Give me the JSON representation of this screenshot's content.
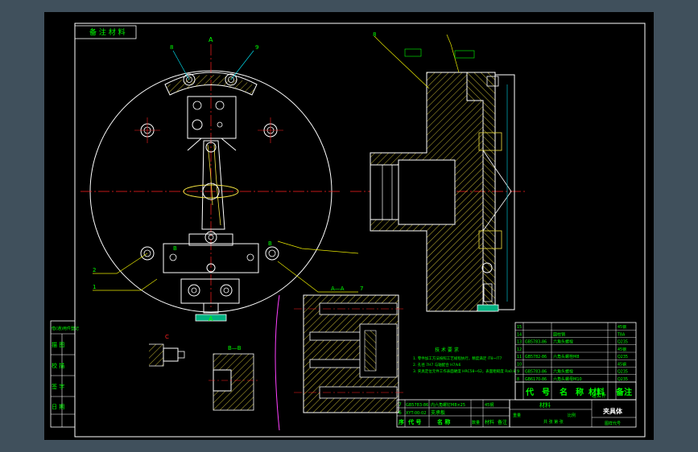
{
  "colors": {
    "background": "#40505c",
    "sheet": "#000000",
    "frame": "#ffffff",
    "outline_white": "#ffffff",
    "centerline_red": "#ff2020",
    "hatch_yellow": "#f0e040",
    "leader_yellow": "#e8e800",
    "cyan": "#00d8e8",
    "green": "#00ff00",
    "magenta": "#ff40ff"
  },
  "drawing": {
    "top_left_box": "备 注 材 料",
    "section_a_label": "A",
    "section_a_label2": "A",
    "section_b_label": "B",
    "section_b_label2": "B",
    "view_a_a": "A—A",
    "view_b_b": "B—B",
    "view_c": "C",
    "leader_left_1": "1",
    "leader_left_2": "2",
    "leader_right_7": "7",
    "leader_top_8": "8",
    "leader_top_9": "9",
    "side_label": "8",
    "tech_title": "技 术 要 求",
    "tech_lines": [
      "1. 零件加工方法按照工艺规程执行，精度满足 IT8~IT7",
      "2. 孔径 7H7 与轴配合 H7/k6",
      "3. 夹具定位元件工作表面硬度 HRC58~62，表面粗糙度 Ra0.8"
    ]
  },
  "left_strip": {
    "rows": [
      "借(通)用件登记",
      "描 图",
      "校 描",
      "签 字",
      "日 期"
    ]
  },
  "parts_table": {
    "rows": [
      [
        "15",
        "",
        "",
        "",
        "",
        "45钢"
      ],
      [
        "14",
        "",
        "圆柱销",
        "",
        "",
        "T8A"
      ],
      [
        "13",
        "GB5783-86",
        "六角头螺栓",
        "",
        "",
        "Q235"
      ],
      [
        "12",
        "",
        "",
        "",
        "",
        "45钢"
      ],
      [
        "11",
        "GB5782-86",
        "六角头螺栓M8",
        "",
        "",
        "Q235"
      ],
      [
        "10",
        "",
        "",
        "",
        "",
        "45钢"
      ],
      [
        "9",
        "GB5783-86",
        "六角头螺栓",
        "",
        "",
        "Q235"
      ],
      [
        "8",
        "GB6170-86",
        "六角头螺母M10",
        "",
        "",
        "Q235"
      ]
    ],
    "header": [
      "代",
      "号",
      "名",
      "称",
      "材料",
      "备注"
    ]
  },
  "lower_table": {
    "rows": [
      [
        "7",
        "GB5783-86",
        "内六角螺钉M8×25",
        "",
        "45钢",
        ""
      ],
      [
        "6",
        "XYT-00-02",
        "支承板",
        "",
        "",
        ""
      ]
    ],
    "header": [
      "序",
      "代 号",
      "名 称",
      "数量",
      "材料",
      "备注"
    ]
  },
  "title_block": {
    "drawing_name": "夹具体",
    "material_label": "材料",
    "subtitle": "组合件",
    "drawing_no_label": "图样代号",
    "scale_label": "比例",
    "small_notes": [
      "重量",
      "共 张 第 张"
    ]
  }
}
